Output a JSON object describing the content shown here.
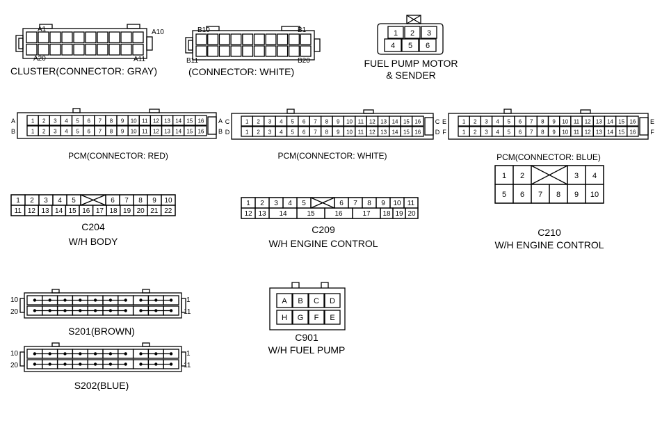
{
  "cluster": {
    "caption": "CLUSTER(CONNECTOR: GRAY)",
    "labels": {
      "tl": "A1",
      "tr": "A10",
      "bl": "A20",
      "br": "A11"
    }
  },
  "white20": {
    "caption": "(CONNECTOR: WHITE)",
    "labels": {
      "tl": "B10",
      "tr": "B1",
      "bl": "B11",
      "br": "B20"
    }
  },
  "fuel_pump_motor": {
    "caption_line1": "FUEL PUMP MOTOR",
    "caption_line2": "& SENDER",
    "top_row": [
      "1",
      "2",
      "3"
    ],
    "bottom_row": [
      "4",
      "5",
      "6"
    ]
  },
  "pcm_red": {
    "caption": "PCM(CONNECTOR: RED)",
    "row_letters": [
      "A",
      "B"
    ],
    "pins": [
      "1",
      "2",
      "3",
      "4",
      "5",
      "6",
      "7",
      "8",
      "9",
      "10",
      "11",
      "12",
      "13",
      "14",
      "15",
      "16"
    ]
  },
  "pcm_white": {
    "caption": "PCM(CONNECTOR: WHITE)",
    "row_letters": [
      "C",
      "D"
    ],
    "pins": [
      "1",
      "2",
      "3",
      "4",
      "5",
      "6",
      "7",
      "8",
      "9",
      "10",
      "11",
      "12",
      "13",
      "14",
      "15",
      "16"
    ]
  },
  "pcm_blue": {
    "caption": "PCM(CONNECTOR: BLUE)",
    "row_letters": [
      "E",
      "F"
    ],
    "pins": [
      "1",
      "2",
      "3",
      "4",
      "5",
      "6",
      "7",
      "8",
      "9",
      "10",
      "11",
      "12",
      "13",
      "14",
      "15",
      "16"
    ]
  },
  "c204": {
    "caption_line1": "C204",
    "caption_line2": "W/H BODY",
    "top_row": [
      "1",
      "2",
      "3",
      "4",
      "5",
      "",
      "6",
      "7",
      "8",
      "9",
      "10"
    ],
    "bottom_row": [
      "11",
      "12",
      "13",
      "14",
      "15",
      "16",
      "17",
      "18",
      "19",
      "20",
      "21",
      "22"
    ]
  },
  "c209": {
    "caption_line1": "C209",
    "caption_line2": "W/H ENGINE CONTROL",
    "top_row": [
      "1",
      "2",
      "3",
      "4",
      "5",
      "",
      "6",
      "7",
      "8",
      "9",
      "10",
      "11"
    ],
    "bottom_row": [
      "12",
      "13",
      "14",
      "15",
      "16",
      "17",
      "18",
      "19",
      "20"
    ]
  },
  "c210": {
    "caption_line1": "C210",
    "caption_line2": "W/H ENGINE CONTROL",
    "top_row": [
      "1",
      "2",
      "",
      "3",
      "4"
    ],
    "bottom_row": [
      "5",
      "6",
      "7",
      "8",
      "9",
      "10"
    ]
  },
  "s201": {
    "caption": "S201(BROWN)",
    "labels": {
      "tl": "10",
      "tr": "1",
      "bl": "20",
      "br": "11"
    }
  },
  "s202": {
    "caption": "S202(BLUE)",
    "labels": {
      "tl": "10",
      "tr": "1",
      "bl": "20",
      "br": "11"
    }
  },
  "c901": {
    "caption_line1": "C901",
    "caption_line2": "W/H FUEL PUMP",
    "top_row": [
      "A",
      "B",
      "C",
      "D"
    ],
    "bottom_row": [
      "H",
      "G",
      "F",
      "E"
    ]
  }
}
